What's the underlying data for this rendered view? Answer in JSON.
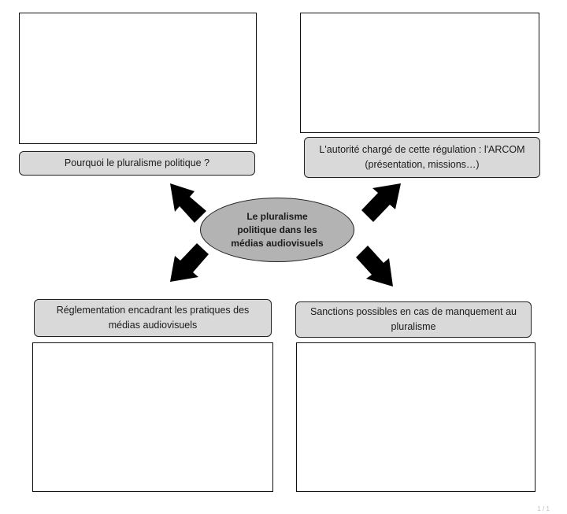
{
  "center": {
    "title": "Le pluralisme politique dans les médias audiovisuels"
  },
  "top_left": {
    "label": "Pourquoi le pluralisme politique ?"
  },
  "top_right": {
    "label_line1": "L'autorité chargé de cette régulation : l'ARCOM",
    "label_line2": "(présentation, missions…)"
  },
  "bottom_left": {
    "label": "Réglementation encadrant les pratiques des médias audiovisuels"
  },
  "bottom_right": {
    "label": "Sanctions possibles en cas de manquement au pluralisme"
  },
  "footer": {
    "page_marker": "1 / 1"
  },
  "colors": {
    "label_fill": "#d9d9d9",
    "center_fill": "#b3b3b3",
    "arrow_fill": "#000000"
  }
}
